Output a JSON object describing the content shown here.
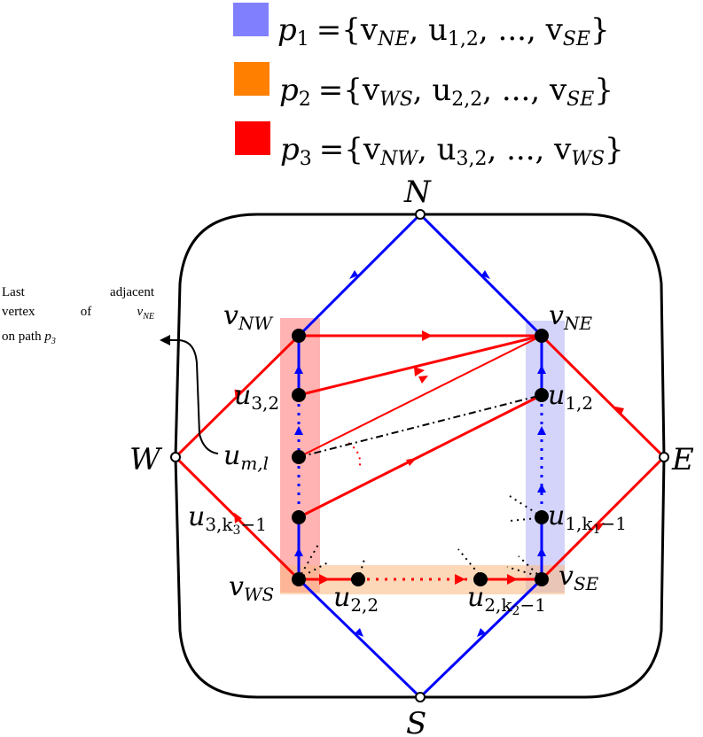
{
  "legend": {
    "items": [
      {
        "color": "#8080ff",
        "label": "p",
        "sub": "1",
        "set": "={v",
        "first_sub": "NE",
        "second": ", u",
        "second_sub": "1,2",
        "rest": ", ..., v",
        "last_sub": "SE",
        "close": "}"
      },
      {
        "color": "#ff8000",
        "label": "p",
        "sub": "2",
        "set": "={v",
        "first_sub": "WS",
        "second": ", u",
        "second_sub": "2,2",
        "rest": ", ..., v",
        "last_sub": "SE",
        "close": "}"
      },
      {
        "color": "#ff0000",
        "label": "p",
        "sub": "3",
        "set": "={v",
        "first_sub": "NW",
        "second": ", u",
        "second_sub": "3,2",
        "rest": ", ..., v",
        "last_sub": "WS",
        "close": "}"
      }
    ]
  },
  "annotation": {
    "line1_a": "Last",
    "line1_b": "adjacent",
    "line2_a": "vertex",
    "line2_b": "of",
    "line2_var": "v",
    "line2_sub": "NE",
    "line3_a": "on path",
    "line3_var": "p",
    "line3_sub": "3"
  },
  "terminals": {
    "N": "N",
    "S": "S",
    "W": "W",
    "E": "E"
  },
  "vertices": {
    "v_NW": {
      "base": "v",
      "sub": "NW"
    },
    "v_NE": {
      "base": "v",
      "sub": "NE"
    },
    "v_WS": {
      "base": "v",
      "sub": "WS"
    },
    "v_SE": {
      "base": "v",
      "sub": "SE"
    },
    "u_32": {
      "base": "u",
      "sub": "3,2"
    },
    "u_ml": {
      "base": "u",
      "sub": "m,l"
    },
    "u_3k": {
      "base": "u",
      "sub": "3,k",
      "subsub": "3",
      "tail": "−1"
    },
    "u_12": {
      "base": "u",
      "sub": "1,2"
    },
    "u_1k": {
      "base": "u",
      "sub": "1,k",
      "subsub": "1",
      "tail": "−1"
    },
    "u_22": {
      "base": "u",
      "sub": "2,2"
    },
    "u_2k": {
      "base": "u",
      "sub": "2,k",
      "subsub": "2",
      "tail": "−1"
    }
  },
  "colors": {
    "p1_highlight": "#d8d8ff",
    "p2_highlight": "#fcd9b6",
    "p3_highlight": "#ffb0b0",
    "blue_edge": "#0000ff",
    "red_edge": "#ff0000",
    "outline": "#000000"
  }
}
